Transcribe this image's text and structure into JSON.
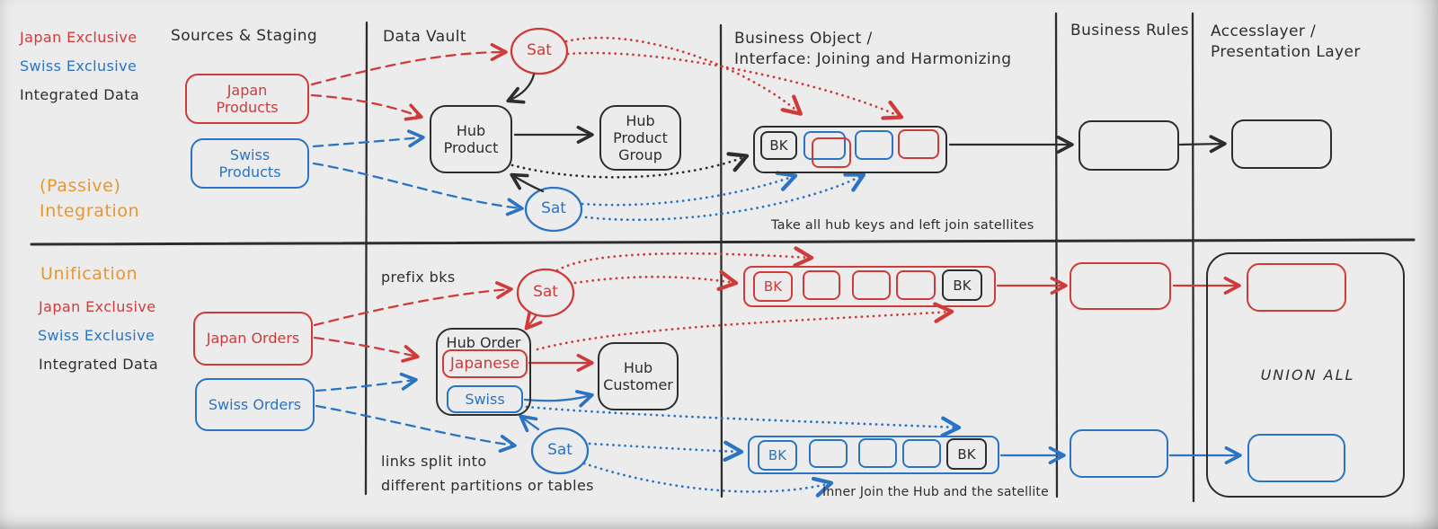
{
  "palette": {
    "red": "#cf3b3b",
    "blue": "#2b74c4",
    "orange": "#e8972f",
    "ink": "#2d2d2d",
    "background": "#ececec"
  },
  "headers": {
    "sources": "Sources & Staging",
    "data_vault": "Data Vault",
    "business_object_line1": "Business Object /",
    "business_object_line2": "Interface: Joining and Harmonizing",
    "business_rules": "Business Rules",
    "access_line1": "Accesslayer /",
    "access_line2": "Presentation Layer"
  },
  "legend_top": {
    "japan": "Japan Exclusive",
    "swiss": "Swiss Exclusive",
    "integrated": "Integrated Data"
  },
  "sections": {
    "passive_line1": "(Passive)",
    "passive_line2": "Integration",
    "unification": "Unification"
  },
  "legend_bottom": {
    "japan": "Japan Exclusive",
    "swiss": "Swiss Exclusive",
    "integrated": "Integrated Data"
  },
  "nodes": {
    "japan_products": "Japan Products",
    "swiss_products": "Swiss Products",
    "hub_product": "Hub Product",
    "hub_product_group": "Hub Product Group",
    "sat": "Sat",
    "bk": "BK",
    "japan_orders": "Japan Orders",
    "swiss_orders": "Swiss Orders",
    "hub_order": "Hub Order",
    "hub_order_japanese": "Japanese",
    "hub_order_swiss": "Swiss",
    "hub_customer": "Hub Customer",
    "union_all": "UNION ALL"
  },
  "annotations": {
    "take_all": "Take all hub keys and left join satellites",
    "prefix_bks": "prefix bks",
    "links_split_line1": "links split into",
    "links_split_line2": "different partitions or tables",
    "inner_join": "Inner Join the Hub and the satellite"
  }
}
